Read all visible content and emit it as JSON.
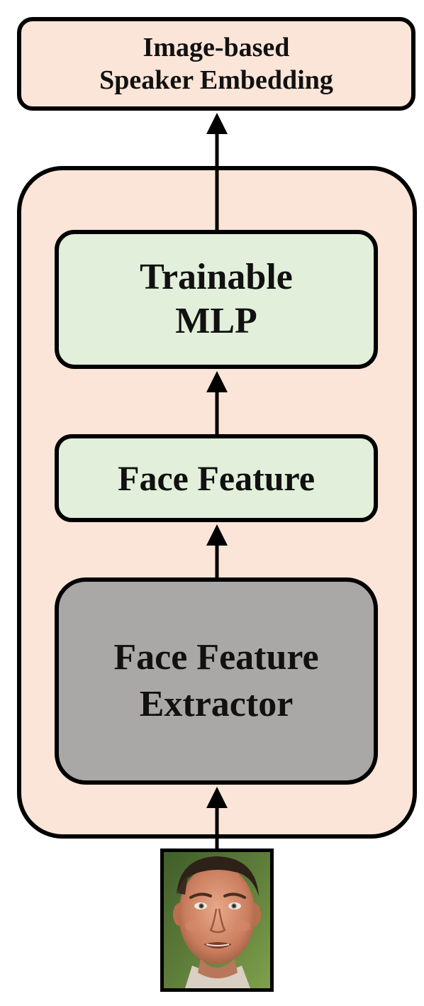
{
  "diagram": {
    "output_box": {
      "line1": "Image-based",
      "line2": "Speaker Embedding",
      "fill": "#fbe5d8"
    },
    "container": {
      "fill": "#fbe5d8"
    },
    "mlp_box": {
      "line1": "Trainable",
      "line2": "MLP",
      "fill": "#e2efda"
    },
    "feature_box": {
      "line1": "Face Feature",
      "fill": "#e2efda"
    },
    "extractor_box": {
      "line1": "Face Feature",
      "line2": "Extractor",
      "fill": "#aaa7a7"
    },
    "edges": [
      {
        "from": "face-image",
        "to": "extractor-box"
      },
      {
        "from": "extractor-box",
        "to": "feature-box"
      },
      {
        "from": "feature-box",
        "to": "mlp-box"
      },
      {
        "from": "mlp-box",
        "to": "output-box"
      }
    ],
    "input": {
      "icon": "face-photo-icon"
    }
  }
}
